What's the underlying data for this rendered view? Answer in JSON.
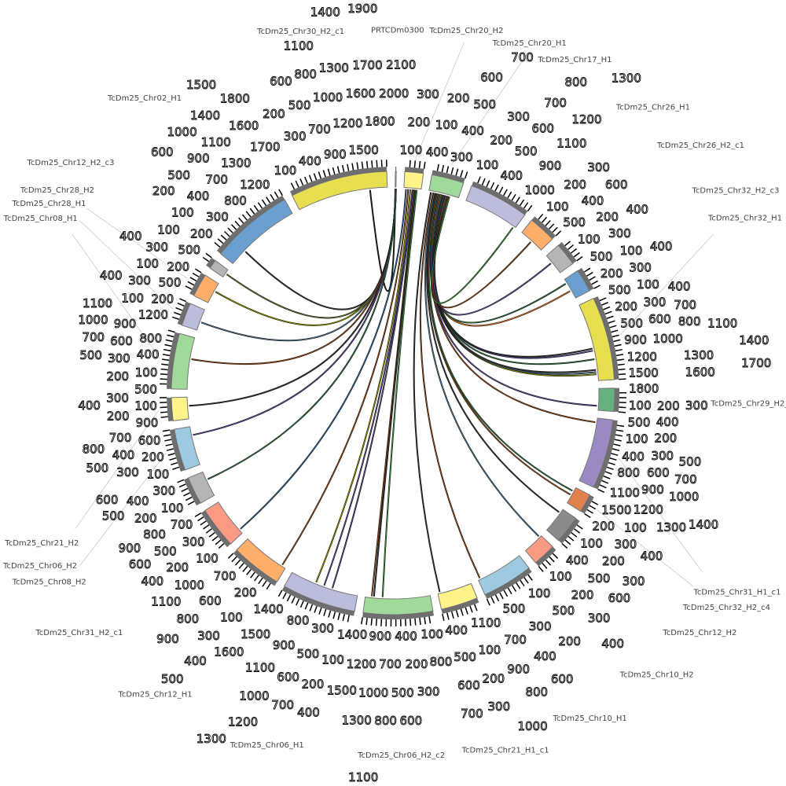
{
  "chart_data": {
    "type": "chord",
    "title": "",
    "tick_interval": 100,
    "sectors": [
      {
        "name": "PRTCDm0300",
        "length": 20,
        "color": "#9ecae1"
      },
      {
        "name": "TcDm25_Chr20_H2",
        "length": 400,
        "color": "#fff38a"
      },
      {
        "name": "TcDm25_Chr20_H1",
        "length": 700,
        "color": "#a1d99b"
      },
      {
        "name": "TcDm25_Chr17_H1",
        "length": 1300,
        "color": "#bcbddc"
      },
      {
        "name": "TcDm25_Chr26_H1",
        "length": 600,
        "color": "#fdae6b"
      },
      {
        "name": "TcDm25_Chr26_H2_c1",
        "length": 500,
        "color": "#b5b5b5"
      },
      {
        "name": "TcDm25_Chr32_H2_c3",
        "length": 500,
        "color": "#6a9fcf"
      },
      {
        "name": "TcDm25_Chr32_H1",
        "length": 1800,
        "color": "#e8df50"
      },
      {
        "name": "TcDm25_Chr29_H2_c2",
        "length": 500,
        "color": "#66b07f"
      },
      {
        "name": "TcDm25_Chr31_H1_c1",
        "length": 1500,
        "color": "#9a8ac1"
      },
      {
        "name": "TcDm25_Chr32_H2_c4",
        "length": 400,
        "color": "#e0804f"
      },
      {
        "name": "TcDm25_Chr12_H2",
        "length": 600,
        "color": "#8a8a8a"
      },
      {
        "name": "TcDm25_Chr10_H2",
        "length": 500,
        "color": "#f99a85"
      },
      {
        "name": "TcDm25_Chr10_H1",
        "length": 1100,
        "color": "#9ecae1"
      },
      {
        "name": "TcDm25_Chr21_H1_c1",
        "length": 800,
        "color": "#fff38a"
      },
      {
        "name": "TcDm25_Chr06_H2_c2",
        "length": 1500,
        "color": "#a1d99b"
      },
      {
        "name": "TcDm25_Chr06_H1",
        "length": 1600,
        "color": "#bcbddc"
      },
      {
        "name": "TcDm25_Chr12_H1",
        "length": 1100,
        "color": "#fdae6b"
      },
      {
        "name": "TcDm25_Chr31_H2_c1",
        "length": 900,
        "color": "#f99a85"
      },
      {
        "name": "TcDm25_Chr06_H2",
        "length": 600,
        "color": "#b5b5b5"
      },
      {
        "name": "TcDm25_Chr08_H2",
        "length": 900,
        "color": "#9ecae1"
      },
      {
        "name": "TcDm25_Chr21_H2",
        "length": 500,
        "color": "#fff38a"
      },
      {
        "name": "TcDm25_Chr08_H1",
        "length": 1200,
        "color": "#a1d99b"
      },
      {
        "name": "TcDm25_Chr28_H1",
        "length": 500,
        "color": "#bcbddc"
      },
      {
        "name": "TcDm25_Chr28_H2",
        "length": 500,
        "color": "#fdae6b"
      },
      {
        "name": "TcDm25_Chr12_H2_c3",
        "length": 200,
        "color": "#b5b5b5"
      },
      {
        "name": "TcDm25_Chr02_H1",
        "length": 1800,
        "color": "#6a9fcf"
      },
      {
        "name": "TcDm25_Chr30_H2_c1",
        "length": 2100,
        "color": "#e8df50"
      }
    ],
    "links": [
      {
        "from": [
          0,
          5
        ],
        "to": [
          27,
          1700
        ],
        "color": "#222222"
      },
      {
        "from": [
          0,
          8
        ],
        "to": [
          26,
          400
        ],
        "color": "#333333"
      },
      {
        "from": [
          0,
          10
        ],
        "to": [
          25,
          100
        ],
        "color": "#556b2f"
      },
      {
        "from": [
          0,
          12
        ],
        "to": [
          24,
          300
        ],
        "color": "#8b8b00"
      },
      {
        "from": [
          0,
          14
        ],
        "to": [
          23,
          200
        ],
        "color": "#4a708b"
      },
      {
        "from": [
          0,
          15
        ],
        "to": [
          22,
          700
        ],
        "color": "#8b4513"
      },
      {
        "from": [
          0,
          16
        ],
        "to": [
          21,
          300
        ],
        "color": "#333333"
      },
      {
        "from": [
          0,
          17
        ],
        "to": [
          20,
          700
        ],
        "color": "#5d478b"
      },
      {
        "from": [
          0,
          18
        ],
        "to": [
          19,
          400
        ],
        "color": "#2e6b3a"
      },
      {
        "from": [
          1,
          50
        ],
        "to": [
          18,
          100
        ],
        "color": "#2f5f8f"
      },
      {
        "from": [
          1,
          100
        ],
        "to": [
          17,
          100
        ],
        "color": "#8b4513"
      },
      {
        "from": [
          1,
          150
        ],
        "to": [
          16,
          1000
        ],
        "color": "#8b8b00"
      },
      {
        "from": [
          1,
          200
        ],
        "to": [
          16,
          800
        ],
        "color": "#5d478b"
      },
      {
        "from": [
          1,
          220
        ],
        "to": [
          16,
          600
        ],
        "color": "#4a4a7a"
      },
      {
        "from": [
          1,
          250
        ],
        "to": [
          15,
          1350
        ],
        "color": "#8b4513"
      },
      {
        "from": [
          1,
          270
        ],
        "to": [
          15,
          1300
        ],
        "color": "#333333"
      },
      {
        "from": [
          1,
          300
        ],
        "to": [
          15,
          1100
        ],
        "color": "#3a8b3a"
      },
      {
        "from": [
          2,
          50
        ],
        "to": [
          14,
          750
        ],
        "color": "#333333"
      },
      {
        "from": [
          2,
          100
        ],
        "to": [
          13,
          1050
        ],
        "color": "#8b4513"
      },
      {
        "from": [
          2,
          130
        ],
        "to": [
          12,
          50
        ],
        "color": "#4a708b"
      },
      {
        "from": [
          2,
          160
        ],
        "to": [
          11,
          100
        ],
        "color": "#333333"
      },
      {
        "from": [
          2,
          190
        ],
        "to": [
          10,
          200
        ],
        "color": "#8b4513"
      },
      {
        "from": [
          2,
          210
        ],
        "to": [
          10,
          100
        ],
        "color": "#2e6b3a"
      },
      {
        "from": [
          2,
          240
        ],
        "to": [
          9,
          100
        ],
        "color": "#8b4513"
      },
      {
        "from": [
          2,
          260
        ],
        "to": [
          8,
          400
        ],
        "color": "#5d478b"
      },
      {
        "from": [
          2,
          290
        ],
        "to": [
          7,
          1650
        ],
        "color": "#8b8b00"
      },
      {
        "from": [
          2,
          310
        ],
        "to": [
          7,
          1600
        ],
        "color": "#4a708b"
      },
      {
        "from": [
          2,
          330
        ],
        "to": [
          7,
          1550
        ],
        "color": "#333333"
      },
      {
        "from": [
          2,
          350
        ],
        "to": [
          7,
          1300
        ],
        "color": "#2e6b3a"
      },
      {
        "from": [
          2,
          370
        ],
        "to": [
          7,
          1100
        ],
        "color": "#5d478b"
      },
      {
        "from": [
          2,
          390
        ],
        "to": [
          7,
          1050
        ],
        "color": "#333333"
      },
      {
        "from": [
          2,
          410
        ],
        "to": [
          6,
          300
        ],
        "color": "#d2691e"
      },
      {
        "from": [
          2,
          430
        ],
        "to": [
          6,
          100
        ],
        "color": "#2e6b3a"
      },
      {
        "from": [
          2,
          450
        ],
        "to": [
          5,
          200
        ],
        "color": "#5d478b"
      },
      {
        "from": [
          2,
          470
        ],
        "to": [
          4,
          300
        ],
        "color": "#8b4513"
      },
      {
        "from": [
          2,
          490
        ],
        "to": [
          3,
          1250
        ],
        "color": "#3a8b3a"
      }
    ]
  }
}
